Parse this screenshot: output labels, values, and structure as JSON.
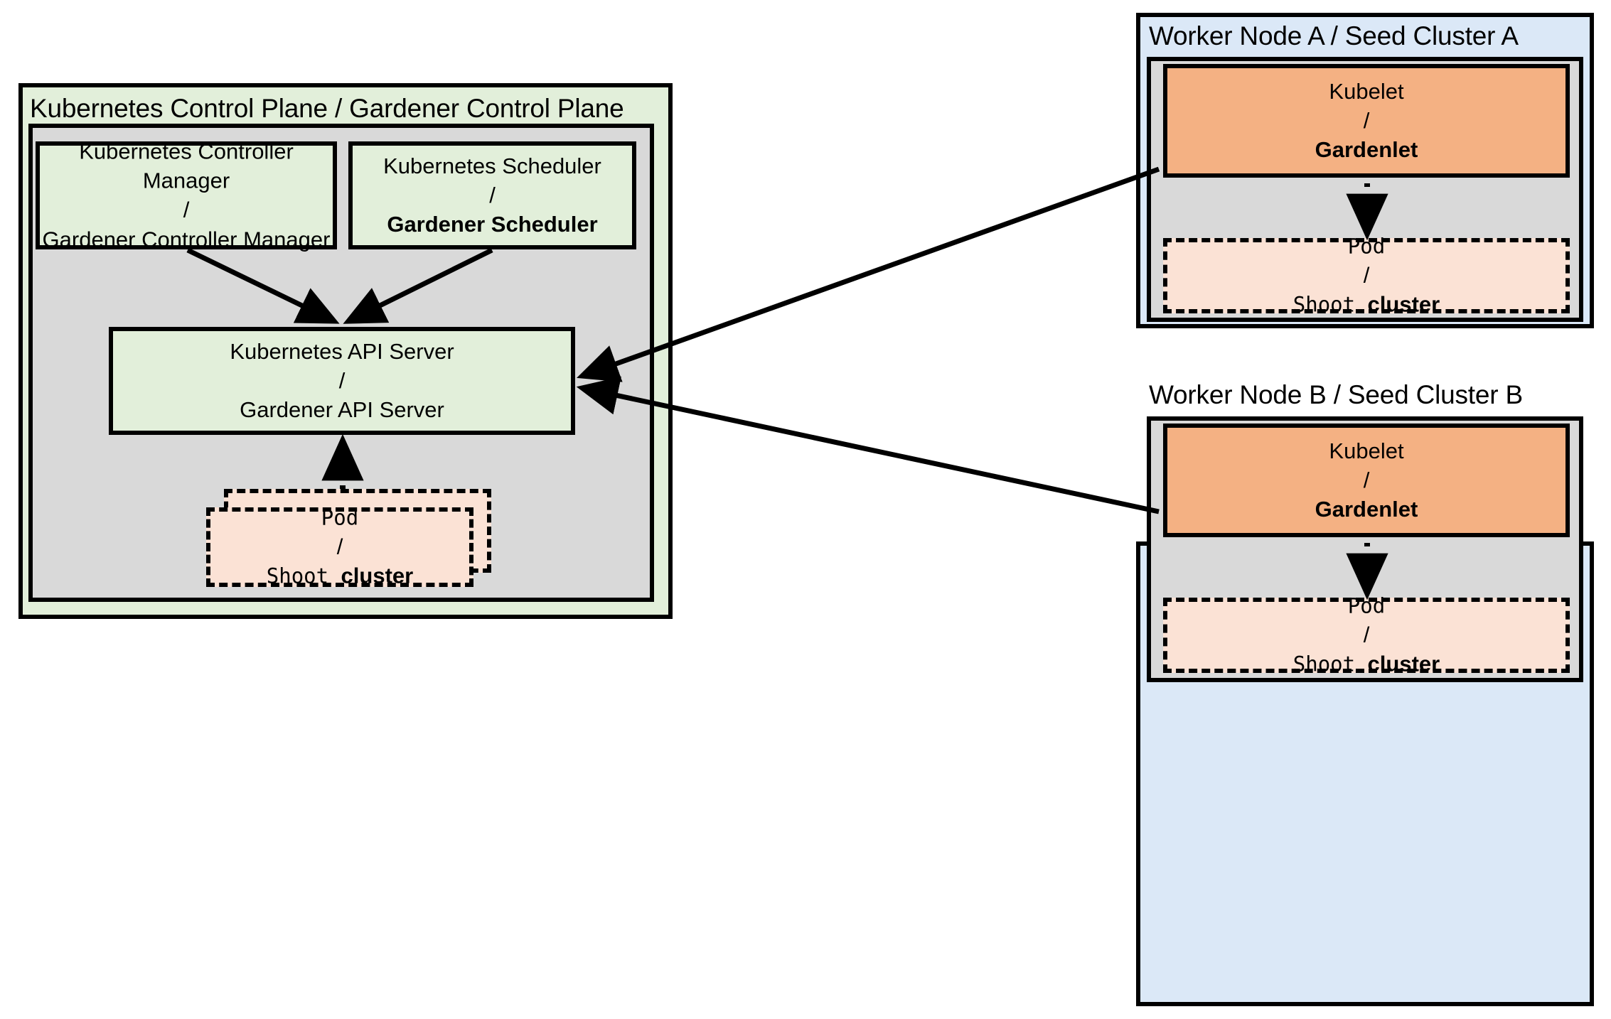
{
  "diagram": {
    "title_hidden": "",
    "control_plane": {
      "group_label": "Kubernetes Control Plane / Gardener Control Plane",
      "controller_manager": {
        "line1": "Kubernetes Controller Manager",
        "separator": "/",
        "line2": "Gardener Controller Manager",
        "line2_bold": false
      },
      "scheduler": {
        "line1": "Kubernetes Scheduler",
        "separator": "/",
        "line2": "Gardener Scheduler",
        "line2_bold": true
      },
      "api_server": {
        "line1": "Kubernetes API Server",
        "separator": "/",
        "line2": "Gardener API Server",
        "line2_bold": false
      },
      "pod": {
        "line1": "Pod",
        "separator": "/",
        "line2_plain": "Shoot ",
        "line2_bold": "cluster"
      }
    },
    "worker_node_a": {
      "group_label": "Worker Node A / Seed Cluster A",
      "kubelet": {
        "line1": "Kubelet",
        "separator": "/",
        "line2": "Gardenlet",
        "line2_bold": true
      },
      "pod": {
        "line1": "Pod",
        "separator": "/",
        "line2_plain": "Shoot ",
        "line2_bold": "cluster"
      }
    },
    "worker_node_b": {
      "group_label": "Worker Node B / Seed Cluster B",
      "kubelet": {
        "line1": "Kubelet",
        "separator": "/",
        "line2": "Gardenlet",
        "line2_bold": true
      },
      "pod": {
        "line1": "Pod",
        "separator": "/",
        "line2_plain": "Shoot ",
        "line2_bold": "cluster"
      }
    },
    "colors": {
      "green_fill": "#e2efda",
      "blue_fill": "#dbe8f7",
      "gray_fill": "#d9d9d9",
      "orange_fill": "#f4b183",
      "pod_fill": "#fbe2d5",
      "stroke": "#000000",
      "background": "#ffffff"
    },
    "connections": [
      {
        "name": "controller-manager-to-api-server",
        "style": "solid"
      },
      {
        "name": "scheduler-to-api-server",
        "style": "solid"
      },
      {
        "name": "gardenlet-a-to-api-server",
        "style": "solid"
      },
      {
        "name": "gardenlet-b-to-api-server",
        "style": "solid"
      },
      {
        "name": "control-plane-pod-to-api-server",
        "style": "dotted"
      },
      {
        "name": "gardenlet-a-to-pod-a",
        "style": "dotted"
      },
      {
        "name": "gardenlet-b-to-pod-b",
        "style": "dotted"
      }
    ]
  }
}
